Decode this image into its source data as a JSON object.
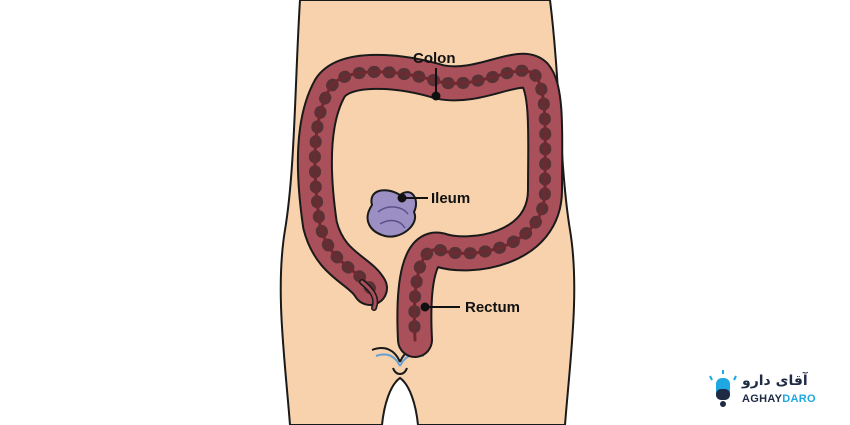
{
  "labels": {
    "colon": "Colon",
    "ileum": "Ileum",
    "rectum": "Rectum"
  },
  "watermark": {
    "persian": "آقای دارو",
    "latin_part1": "AGHAY",
    "latin_part2": "DARO"
  },
  "colors": {
    "skin": "#f7d2ad",
    "intestine": "#a9505a",
    "intestine_dark": "#6e2a31",
    "ileum": "#9b8fc4",
    "outline": "#1a1a1a",
    "brand_dark": "#1f2a44",
    "brand_blue": "#1ea7e1"
  }
}
